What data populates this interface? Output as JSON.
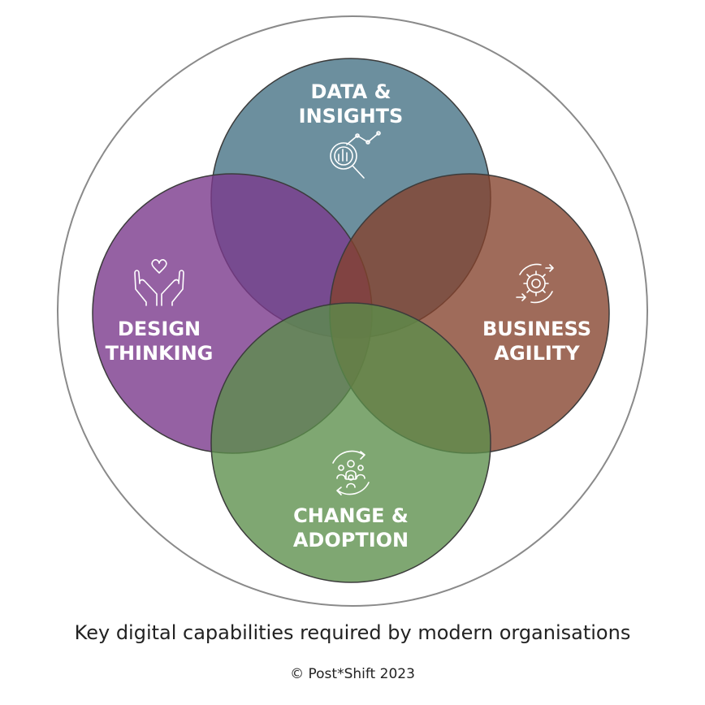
{
  "colors": {
    "data_insights": "#50798c",
    "design_thinking": "#7a3a8c",
    "business_agility": "#84412b",
    "change_adoption": "#5b8e4a",
    "outer_ring": "#8a8a8a"
  },
  "circles": {
    "data_insights": {
      "line1": "DATA &",
      "line2": "INSIGHTS",
      "icon": "analytics-magnifier-icon"
    },
    "design_thinking": {
      "line1": "DESIGN",
      "line2": "THINKING",
      "icon": "hands-heart-icon"
    },
    "business_agility": {
      "line1": "BUSINESS",
      "line2": "AGILITY",
      "icon": "gear-cycle-icon"
    },
    "change_adoption": {
      "line1": "CHANGE &",
      "line2": "ADOPTION",
      "icon": "people-cycle-icon"
    }
  },
  "caption": "Key digital capabilities required by modern organisations",
  "copyright": "© Post*Shift 2023"
}
